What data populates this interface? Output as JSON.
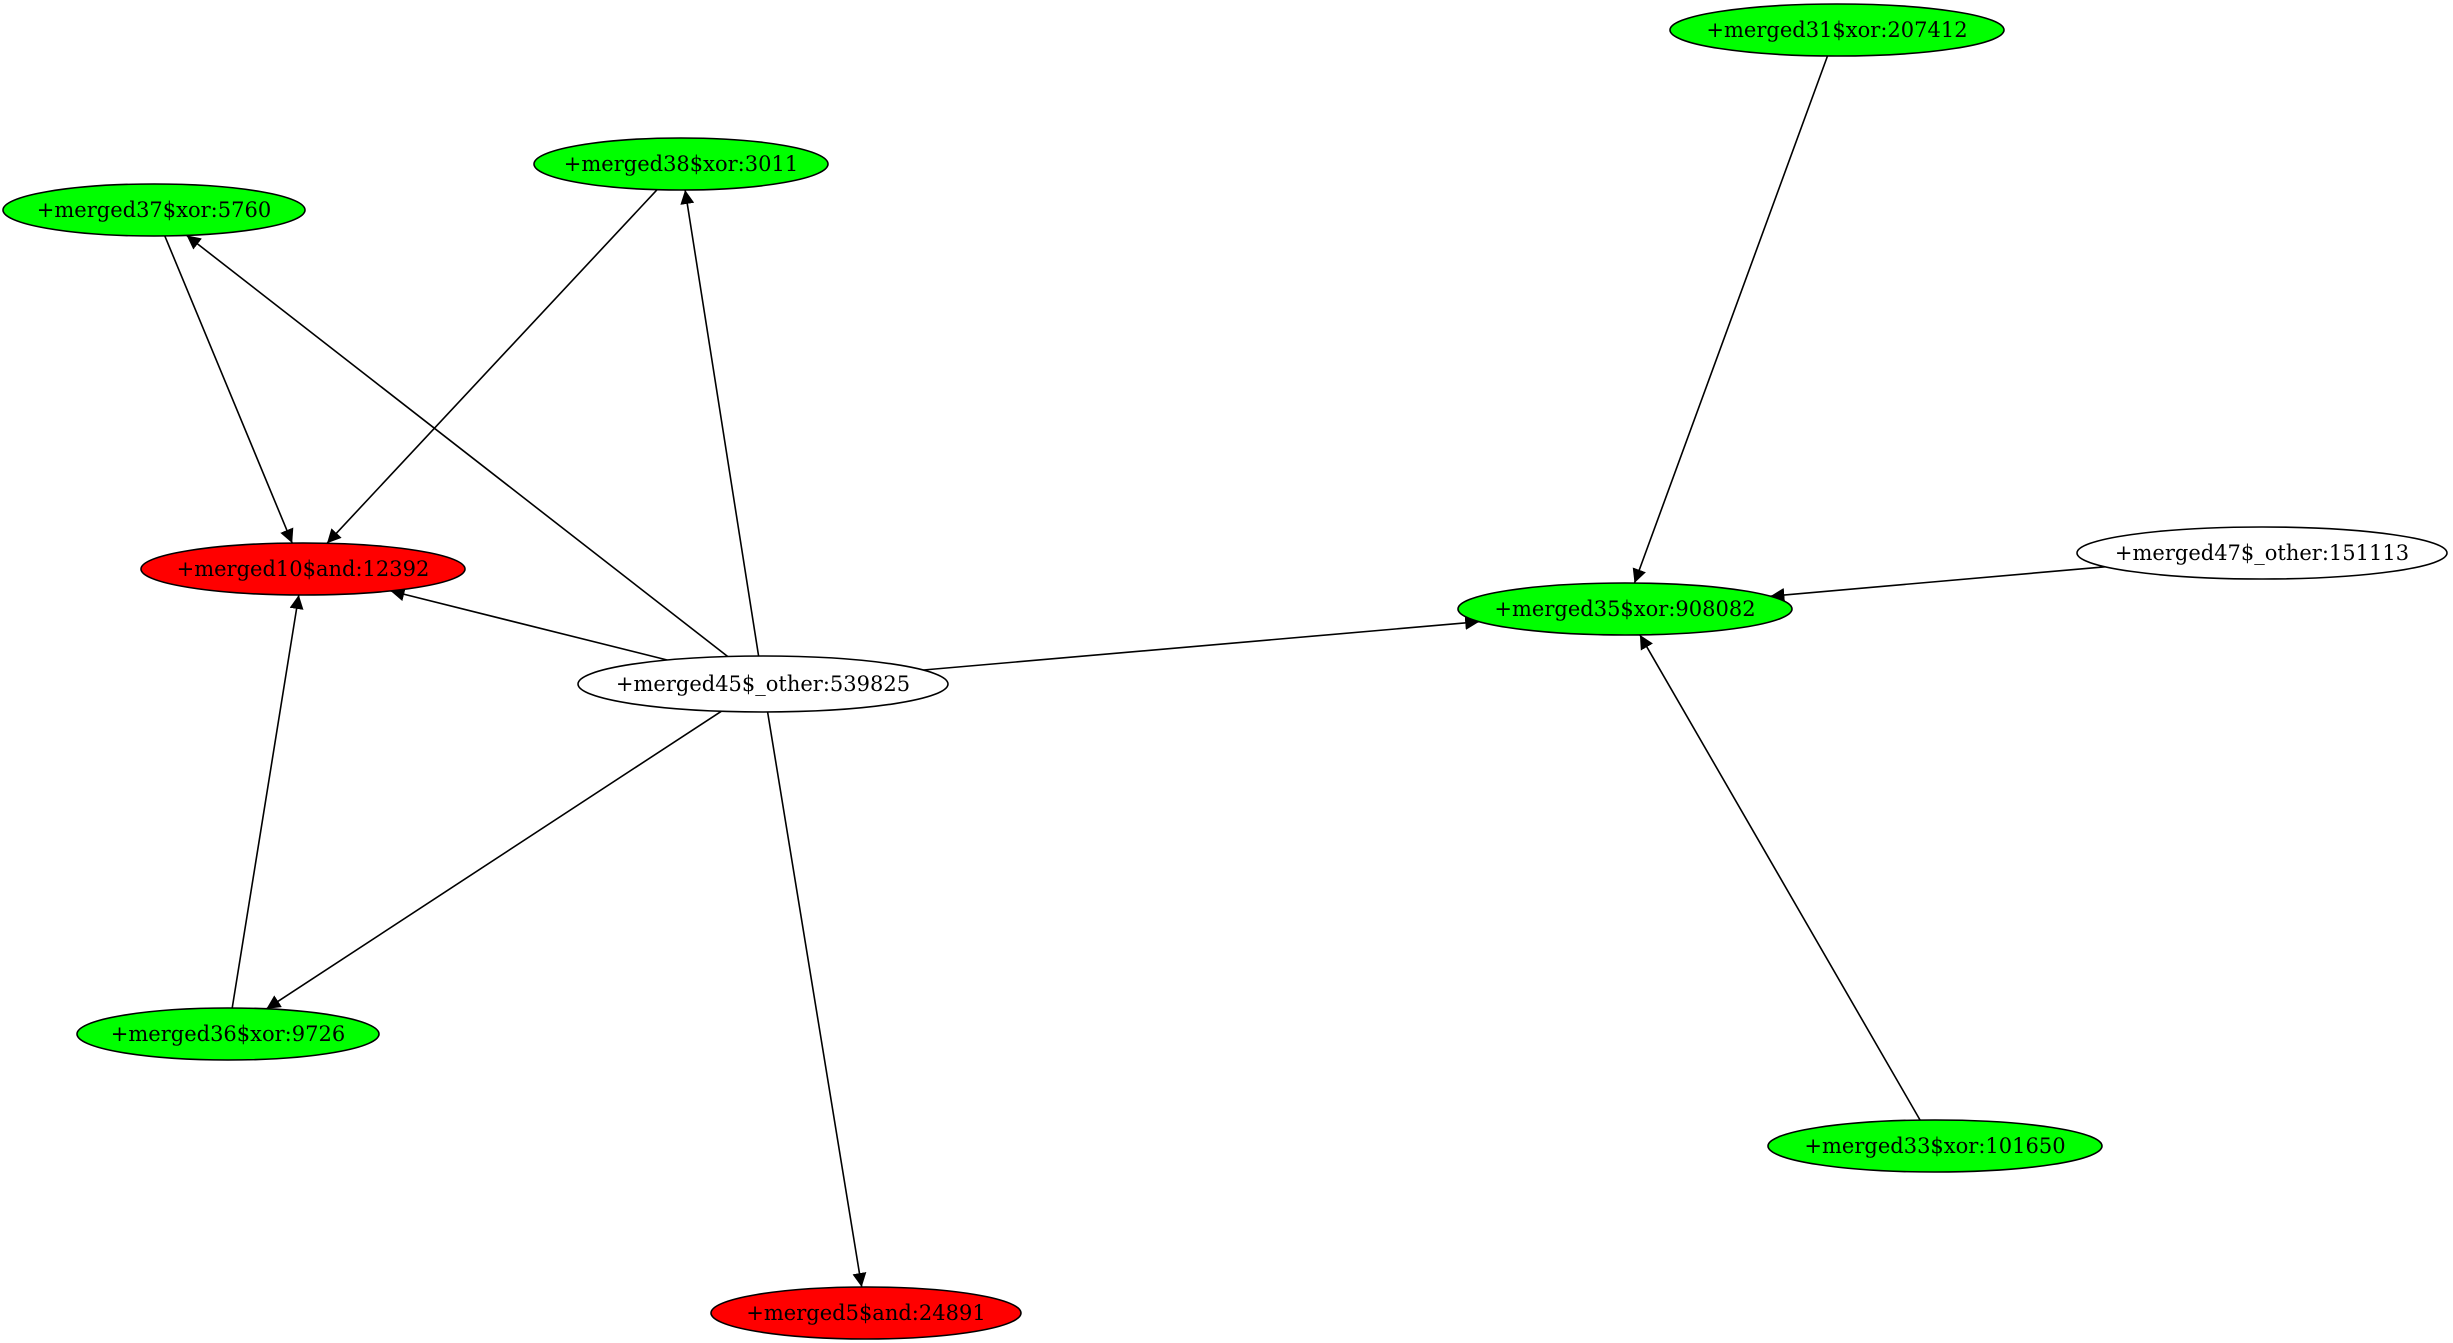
{
  "colors": {
    "xor": "#00ff00",
    "and": "#ff0000",
    "other": "#ffffff",
    "stroke": "#000000"
  },
  "nodes": [
    {
      "id": "merged31",
      "label": "+merged31$xor:207412",
      "kind": "xor"
    },
    {
      "id": "merged38",
      "label": "+merged38$xor:3011",
      "kind": "xor"
    },
    {
      "id": "merged37",
      "label": "+merged37$xor:5760",
      "kind": "xor"
    },
    {
      "id": "merged47",
      "label": "+merged47$_other:151113",
      "kind": "other"
    },
    {
      "id": "merged10",
      "label": "+merged10$and:12392",
      "kind": "and"
    },
    {
      "id": "merged35",
      "label": "+merged35$xor:908082",
      "kind": "xor"
    },
    {
      "id": "merged45",
      "label": "+merged45$_other:539825",
      "kind": "other"
    },
    {
      "id": "merged36",
      "label": "+merged36$xor:9726",
      "kind": "xor"
    },
    {
      "id": "merged33",
      "label": "+merged33$xor:101650",
      "kind": "xor"
    },
    {
      "id": "merged5",
      "label": "+merged5$and:24891",
      "kind": "and"
    }
  ],
  "edges": [
    {
      "from": "merged31",
      "to": "merged35"
    },
    {
      "from": "merged47",
      "to": "merged35"
    },
    {
      "from": "merged33",
      "to": "merged35"
    },
    {
      "from": "merged45",
      "to": "merged35"
    },
    {
      "from": "merged37",
      "to": "merged10"
    },
    {
      "from": "merged38",
      "to": "merged10"
    },
    {
      "from": "merged36",
      "to": "merged10"
    },
    {
      "from": "merged45",
      "to": "merged10"
    },
    {
      "from": "merged45",
      "to": "merged37"
    },
    {
      "from": "merged45",
      "to": "merged38"
    },
    {
      "from": "merged45",
      "to": "merged36"
    },
    {
      "from": "merged45",
      "to": "merged5"
    }
  ]
}
